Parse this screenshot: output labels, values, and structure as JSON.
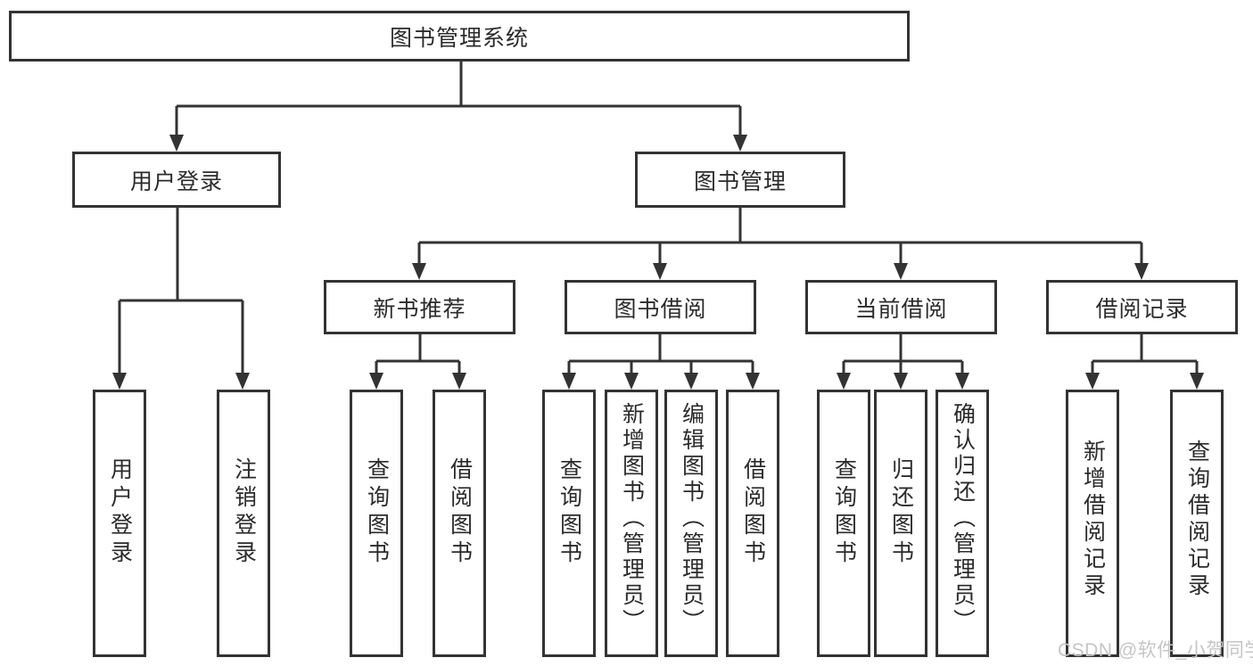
{
  "nodes": {
    "root": {
      "label": "图书管理系统"
    },
    "level2": {
      "user_login": {
        "label": "用户登录"
      },
      "book_management": {
        "label": "图书管理"
      }
    },
    "level3": {
      "new_book_recommend": {
        "label": "新书推荐"
      },
      "book_borrowing": {
        "label": "图书借阅"
      },
      "current_borrowing": {
        "label": "当前借阅"
      },
      "borrowing_records": {
        "label": "借阅记录"
      }
    },
    "leaves": {
      "user_login": [
        "用户登录",
        "注销登录"
      ],
      "new_book_recommend": [
        "查询图书",
        "借阅图书"
      ],
      "book_borrowing": [
        "查询图书",
        "新增图书（管理员）",
        "编辑图书（管理员）",
        "借阅图书"
      ],
      "current_borrowing": [
        "查询图书",
        "归还图书",
        "确认归还（管理员）"
      ],
      "borrowing_records": [
        "新增借阅记录",
        "查询借阅记录"
      ]
    }
  },
  "watermark": "CSDN @软件_小贺同学",
  "colors": {
    "line": "#333333",
    "box_border": "#333333",
    "box_fill": "#ffffff",
    "text": "#2b2b2b",
    "watermark": "#c5c5c5"
  }
}
